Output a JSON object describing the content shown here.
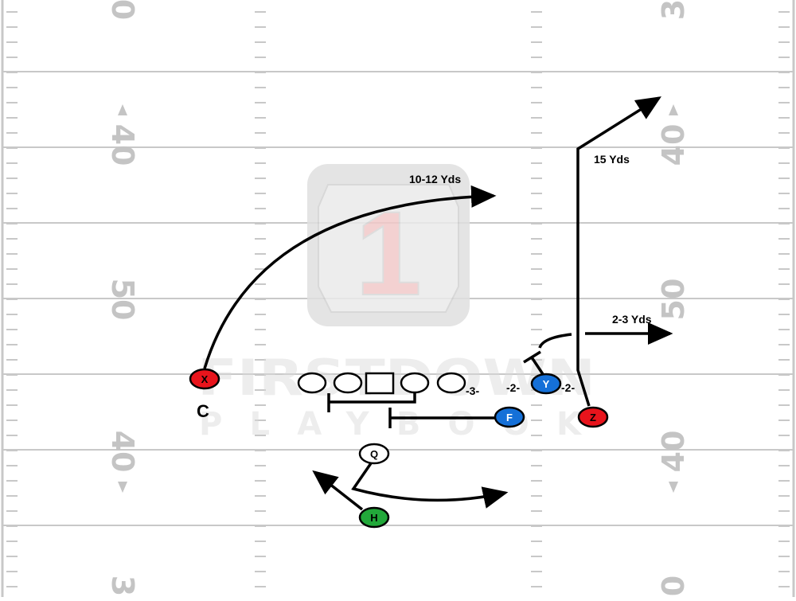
{
  "field": {
    "yard_numbers": {
      "left": [
        "0",
        "40",
        "50",
        "40",
        "3"
      ],
      "right": [
        "3",
        "40",
        "50",
        "40",
        "0"
      ]
    },
    "line_color": "#c8c8c8",
    "number_color": "#c4c4c4"
  },
  "watermark": {
    "emblem_digit": "1",
    "line1": "FIRSTDOWN",
    "line2": "PLAYBOOK",
    "color": "#d9d9d9",
    "accent": "#f2c9c9"
  },
  "players": {
    "x": "X",
    "y": "Y",
    "z": "Z",
    "f": "F",
    "q": "Q",
    "h": "H"
  },
  "colors": {
    "red": "#e8141c",
    "blue": "#1570d8",
    "green": "#22a83a",
    "white": "#ffffff",
    "route": "#000000"
  },
  "labels": {
    "x_route": "10-12 Yds",
    "z_route": "15 Yds",
    "y_route": "2-3 Yds",
    "c_tag": "C",
    "split_3": "-3-",
    "split_2a": "-2-",
    "split_2b": "-2-"
  },
  "icons": {
    "arrowhead": "arrowhead-icon",
    "block": "block-t-icon"
  }
}
